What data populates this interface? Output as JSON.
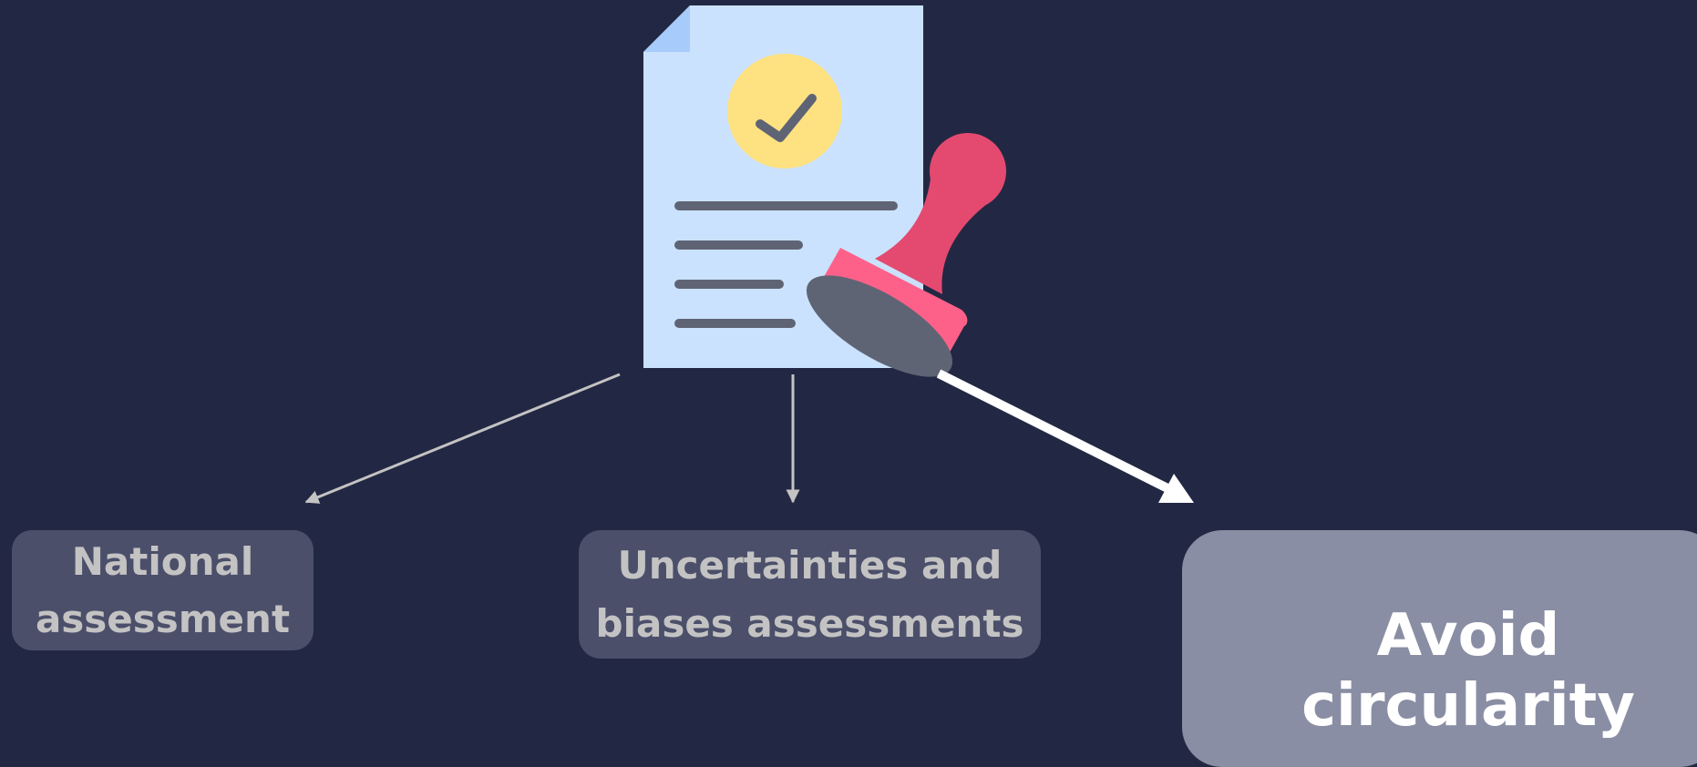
{
  "diagram": {
    "nodes": [
      {
        "id": "national",
        "label_line1": "National",
        "label_line2": "assessment"
      },
      {
        "id": "uncertainties",
        "label_line1": "Uncertainties and",
        "label_line2": "biases assessments"
      },
      {
        "id": "avoid",
        "label": "Avoid circularity"
      }
    ],
    "central_icon": "document-with-approval-stamp-icon"
  },
  "colors": {
    "background": "#222843",
    "box_muted": "#4b4f6a",
    "box_highlight": "#8a8ea4",
    "text_muted": "#c4c3c3",
    "text_highlight": "#ffffff",
    "arrow_muted": "#c4c3c3",
    "arrow_highlight": "#ffffff",
    "document": "#cae2fe",
    "check_circle": "#fee181",
    "stamp_handle": "#e44a70",
    "stamp_base": "#fd6189",
    "ink": "#5f6474"
  }
}
